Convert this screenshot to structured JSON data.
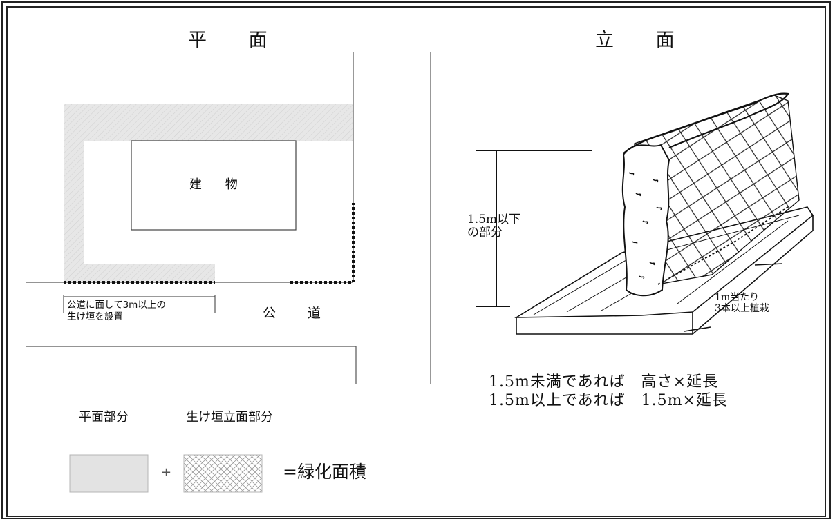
{
  "headings": {
    "plan": "平 面",
    "elevation": "立 面"
  },
  "plan": {
    "building_label": "建 物",
    "hedge_note": "公道に面して3m以上の\n生け垣を設置",
    "road_label": "公 道"
  },
  "elevation": {
    "height_note": "1.5m以下\nの部分",
    "planting_note": "1m当たり\n3本以上植栽",
    "calc_caption": "1.5m未満であれば　高さ×延長\n1.5m以上であれば　1.5m×延長"
  },
  "legend": {
    "plan_area_label": "平面部分",
    "hedge_elevation_label": "生け垣立面部分",
    "plus_sign": "+",
    "result_label": "=緑化面積"
  },
  "colors": {
    "plan_fill": "#e3e3e3",
    "hatch_line": "#9a9a9a",
    "frame": "#222222",
    "line": "#333333"
  }
}
